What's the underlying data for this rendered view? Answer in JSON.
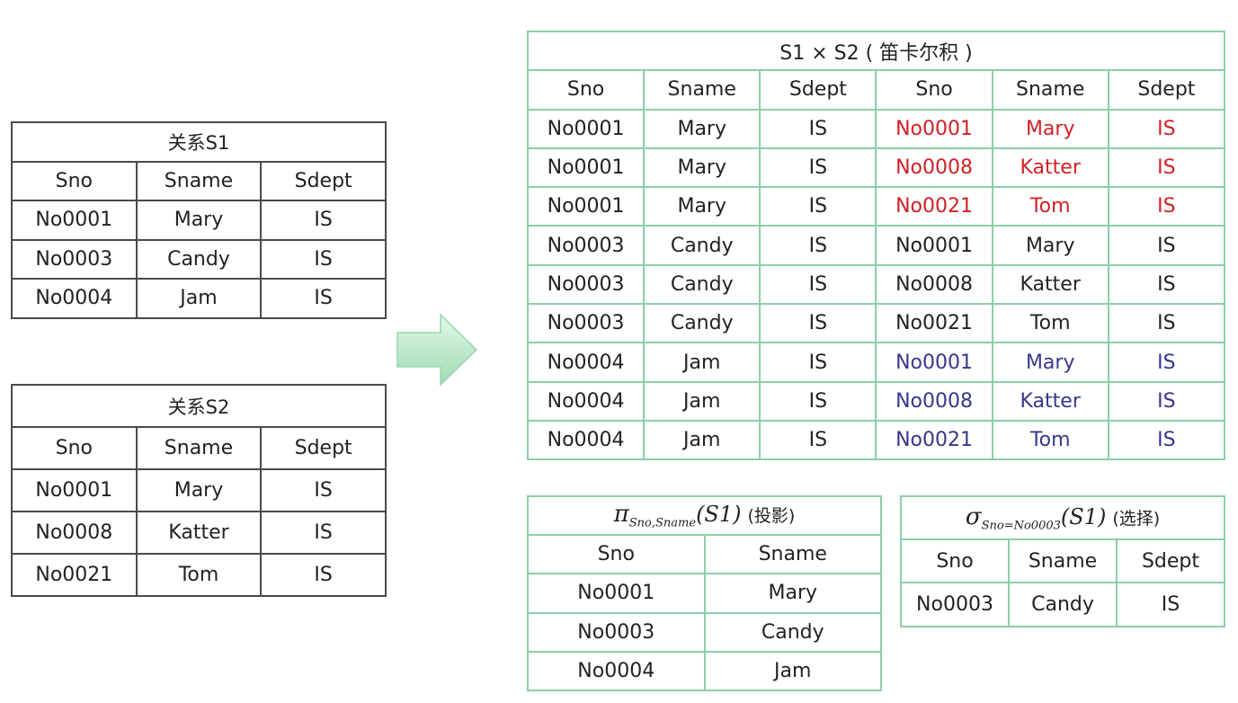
{
  "s1": {
    "title": "关系S1",
    "headers": [
      "Sno",
      "Sname",
      "Sdept"
    ],
    "rows": [
      [
        "No0001",
        "Mary",
        "IS"
      ],
      [
        "No0003",
        "Candy",
        "IS"
      ],
      [
        "No0004",
        "Jam",
        "IS"
      ]
    ]
  },
  "s2": {
    "title": "关系S2",
    "headers": [
      "Sno",
      "Sname",
      "Sdept"
    ],
    "rows": [
      [
        "No0001",
        "Mary",
        "IS"
      ],
      [
        "No0008",
        "Katter",
        "IS"
      ],
      [
        "No0021",
        "Tom",
        "IS"
      ]
    ]
  },
  "cartesian": {
    "title": "S1 × S2 ( 笛卡尔积 )",
    "headers": [
      "Sno",
      "Sname",
      "Sdept",
      "Sno",
      "Sname",
      "Sdept"
    ],
    "rows": [
      [
        "No0001",
        "Mary",
        "IS",
        "No0001",
        "Mary",
        "IS"
      ],
      [
        "No0001",
        "Mary",
        "IS",
        "No0008",
        "Katter",
        "IS"
      ],
      [
        "No0001",
        "Mary",
        "IS",
        "No0021",
        "Tom",
        "IS"
      ],
      [
        "No0003",
        "Candy",
        "IS",
        "No0001",
        "Mary",
        "IS"
      ],
      [
        "No0003",
        "Candy",
        "IS",
        "No0008",
        "Katter",
        "IS"
      ],
      [
        "No0003",
        "Candy",
        "IS",
        "No0021",
        "Tom",
        "IS"
      ],
      [
        "No0004",
        "Jam",
        "IS",
        "No0001",
        "Mary",
        "IS"
      ],
      [
        "No0004",
        "Jam",
        "IS",
        "No0008",
        "Katter",
        "IS"
      ],
      [
        "No0004",
        "Jam",
        "IS",
        "No0021",
        "Tom",
        "IS"
      ]
    ],
    "highlight_colors": [
      "#d21f26",
      "#d21f26",
      "#d21f26",
      "",
      "",
      "",
      "#35378d",
      "#35378d",
      "#35378d"
    ]
  },
  "projection": {
    "symbol": "π",
    "subscript": "Sno,Sname",
    "argument": "(S1)",
    "note": "(投影)",
    "headers": [
      "Sno",
      "Sname"
    ],
    "rows": [
      [
        "No0001",
        "Mary"
      ],
      [
        "No0003",
        "Candy"
      ],
      [
        "No0004",
        "Jam"
      ]
    ]
  },
  "selection": {
    "symbol": "σ",
    "subscript": "Sno=No0003",
    "argument": "(S1)",
    "note": "(选择)",
    "headers": [
      "Sno",
      "Sname",
      "Sdept"
    ],
    "rows": [
      [
        "No0003",
        "Candy",
        "IS"
      ]
    ]
  },
  "arrow": {
    "icon": "right-arrow-icon",
    "color": "#b8e8c8"
  }
}
